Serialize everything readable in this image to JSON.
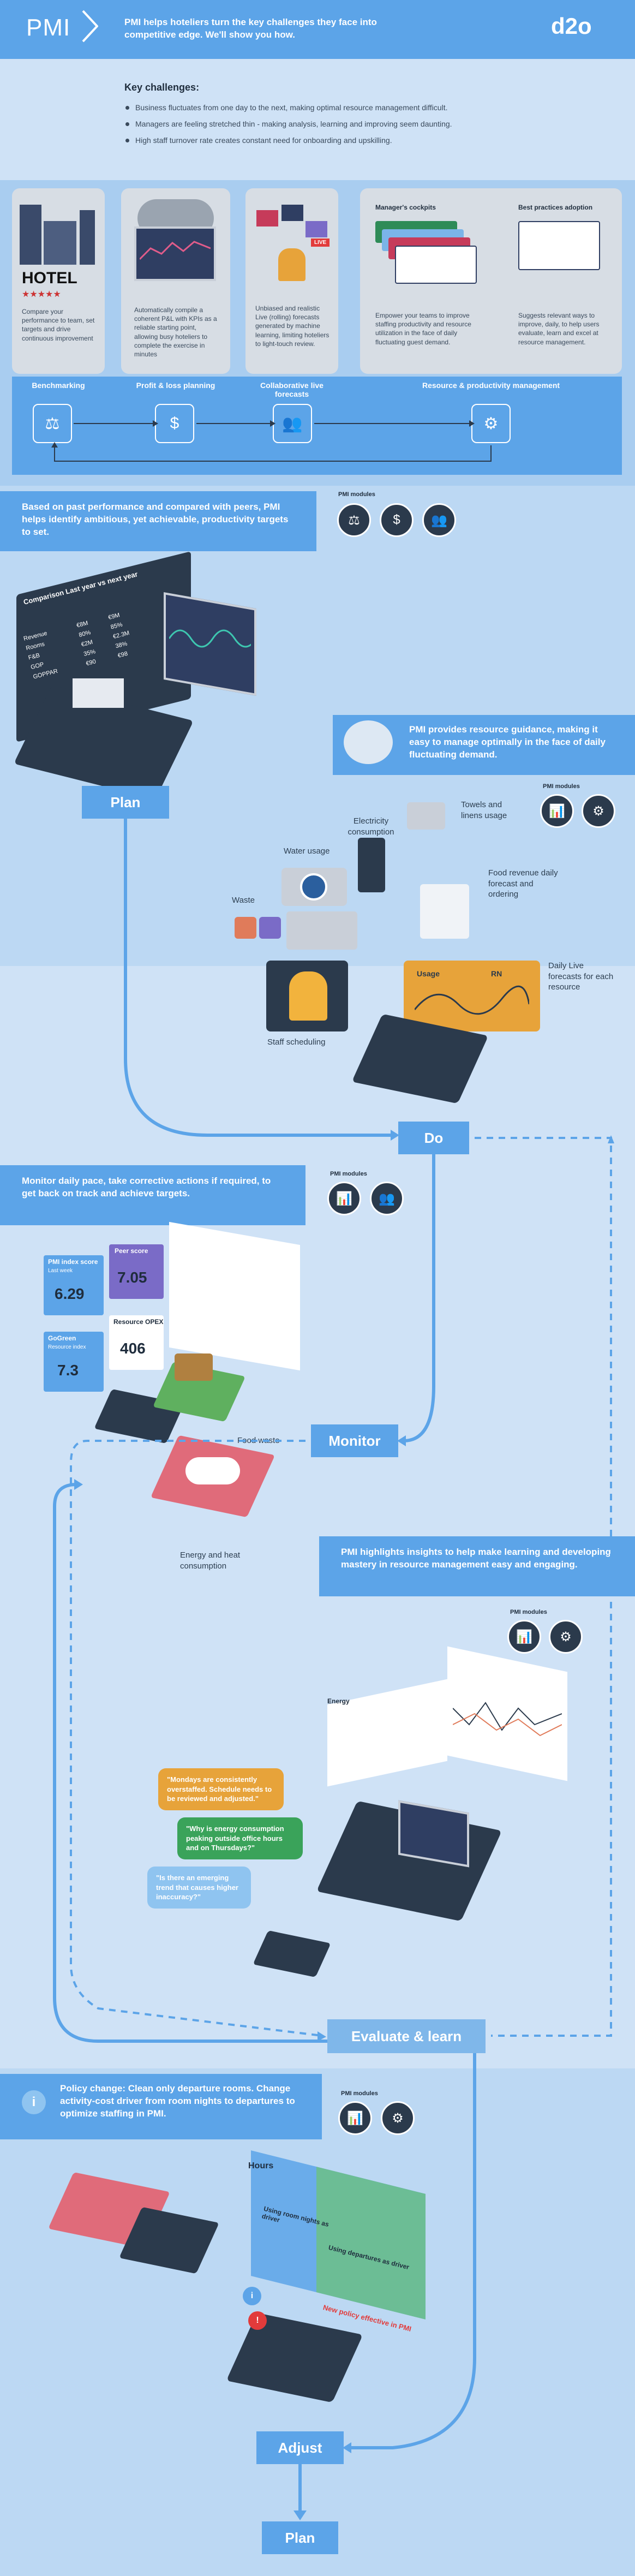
{
  "header": {
    "logo": "PMI",
    "tagline": "PMI helps hoteliers turn the key challenges they face into competitive edge. We'll show you how.",
    "brand": "d2o"
  },
  "key_challenges": {
    "title": "Key challenges:",
    "items": [
      "Business fluctuates from one day to the next, making optimal resource management difficult.",
      "Managers are feeling stretched thin - making analysis, learning and improving seem daunting.",
      "High staff turnover rate creates constant need for onboarding and upskilling."
    ]
  },
  "features": {
    "benchmarking": {
      "label": "Benchmarking",
      "text": "Compare your performance to team, set targets and drive continuous improvement",
      "hotel_sign": "HOTEL",
      "stars": "★★★★★"
    },
    "profit_loss": {
      "label": "Profit & loss planning",
      "text": "Automatically compile a coherent P&L with KPIs as a reliable starting point, allowing busy hoteliers to complete the exercise in minutes"
    },
    "collab": {
      "label": "Collaborative live forecasts",
      "text": "Unbiased and realistic Live (rolling) forecasts generated by machine learning, limiting hoteliers to light-touch review.",
      "badge": "LIVE"
    },
    "resource": {
      "label": "Resource & productivity management",
      "cockpit_title": "Manager's cockpits",
      "cockpit_text": "Empower your teams to improve staffing productivity and resource utilization in the face of daily fluctuating guest demand.",
      "best_title": "Best practices adoption",
      "best_text": "Suggests relevant ways to improve, daily, to help users evaluate, learn and excel at resource management."
    }
  },
  "plan_section": {
    "banner": "Based on past performance and compared with peers, PMI helps identify ambitious, yet achievable, productivity targets to set.",
    "modules_label": "PMI modules",
    "comparison_title": "Comparison Last year vs next year",
    "comparison_rows": [
      {
        "name": "Revenue",
        "a": "€8M",
        "b": "€9M"
      },
      {
        "name": "Rooms",
        "a": "80%",
        "b": "85%"
      },
      {
        "name": "F&B",
        "a": "€2M",
        "b": "€2.3M"
      },
      {
        "name": "GOP",
        "a": "35%",
        "b": "38%"
      },
      {
        "name": "GOPPAR",
        "a": "€90",
        "b": "€98"
      }
    ],
    "stage": "Plan"
  },
  "do_section": {
    "banner": "PMI provides resource guidance, making it easy to manage optimally in the face of daily fluctuating demand.",
    "modules_label": "PMI modules",
    "labels": {
      "electricity": "Electricity consumption",
      "towels": "Towels and linens usage",
      "water": "Water usage",
      "food": "Food revenue daily forecast and ordering",
      "waste": "Waste",
      "staff": "Staff scheduling",
      "live": "Daily Live forecasts for each resource"
    },
    "usage_title": "Usage",
    "usage_rn": "RN",
    "stage": "Do"
  },
  "monitor_section": {
    "banner": "Monitor daily pace, take corrective actions if required, to get back on track and achieve targets.",
    "modules_label": "PMI modules",
    "kpis": [
      {
        "title": "PMI index score",
        "sub": "Last week",
        "value": "6.29"
      },
      {
        "title": "Peer score",
        "sub": "",
        "value": "7.05"
      },
      {
        "title": "GoGreen",
        "sub": "Resource index",
        "value": "7.3"
      },
      {
        "title": "Resource OPEX",
        "sub": "",
        "value": "406"
      }
    ],
    "food_waste": "Food waste",
    "energy": "Energy and heat consumption",
    "stage": "Monitor"
  },
  "evaluate_section": {
    "banner": "PMI highlights insights to help make learning and developing mastery in resource management easy and engaging.",
    "modules_label": "PMI modules",
    "bubbles": [
      "\"Mondays are consistently overstaffed. Schedule needs to be reviewed and adjusted.\"",
      "\"Why is energy consumption peaking outside office hours and on Thursdays?\"",
      "\"Is there an emerging trend that causes higher inaccuracy?\""
    ],
    "energy_label": "Energy",
    "stage": "Evaluate & learn"
  },
  "adjust_section": {
    "banner": "Policy change: Clean only departure rooms. Change activity-cost driver from room nights to departures to optimize staffing in PMI.",
    "modules_label": "PMI modules",
    "chart_hours": "Hours",
    "chart_room_nights": "Using room nights as driver",
    "chart_departures": "Using departures as driver",
    "chart_effect": "New policy effective in PMI",
    "stage": "Adjust",
    "final": "Plan"
  },
  "colors": {
    "brand": "#5ca4e8",
    "light": "#7fb7ea",
    "navy": "#2b3a4c",
    "bg": "#cfe2f6"
  }
}
